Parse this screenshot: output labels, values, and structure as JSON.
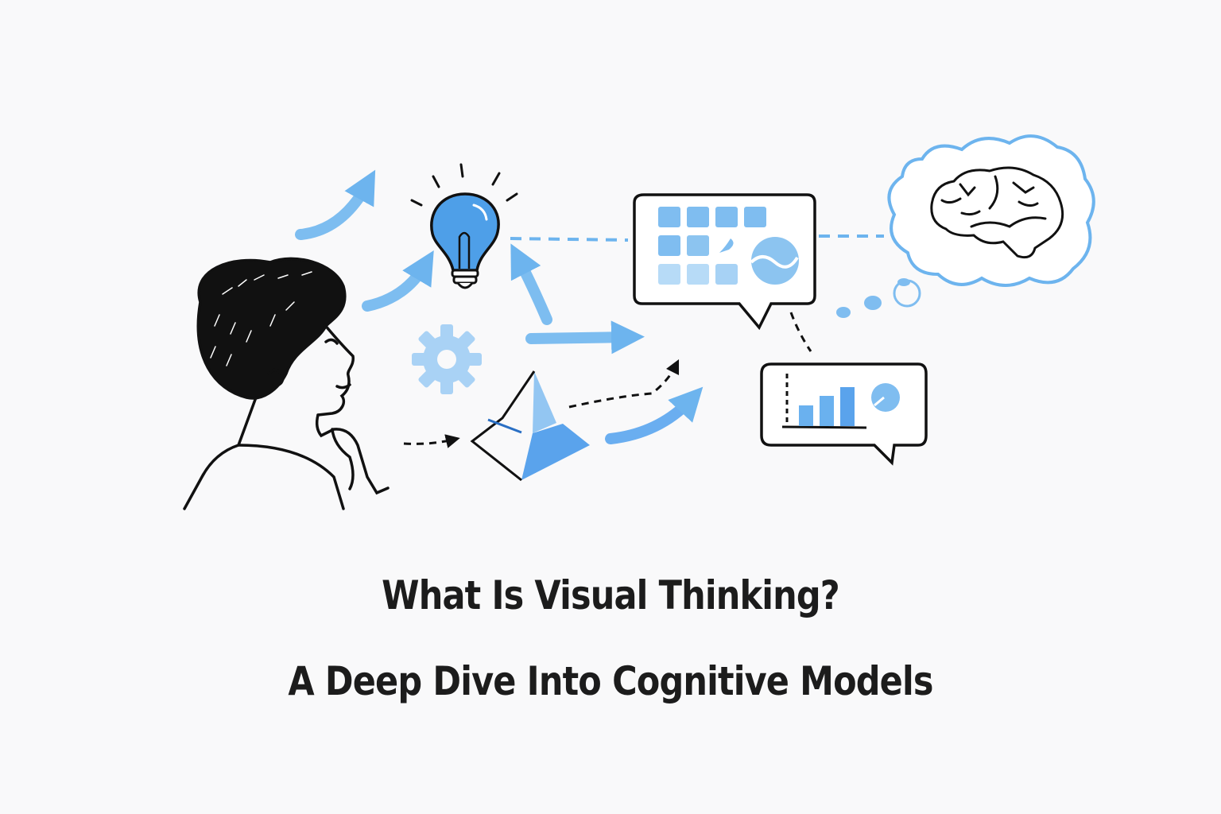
{
  "title": {
    "line1": "What Is Visual Thinking?",
    "line2": "A Deep Dive Into Cognitive Models"
  },
  "illustration": {
    "elements": [
      {
        "name": "thinking-person",
        "description": "Person with hand on chin looking right"
      },
      {
        "name": "lightbulb-icon"
      },
      {
        "name": "gear-icon"
      },
      {
        "name": "pyramid-icon"
      },
      {
        "name": "grid-dashboard-speech-bubble"
      },
      {
        "name": "bar-chart-speech-bubble"
      },
      {
        "name": "brain-thought-cloud"
      }
    ]
  },
  "colors": {
    "accent_blue": "#5aa9ec",
    "light_blue": "#8cc4f0",
    "ink": "#111111",
    "background": "#f9f9fa",
    "title_text": "#1c1c1c"
  }
}
